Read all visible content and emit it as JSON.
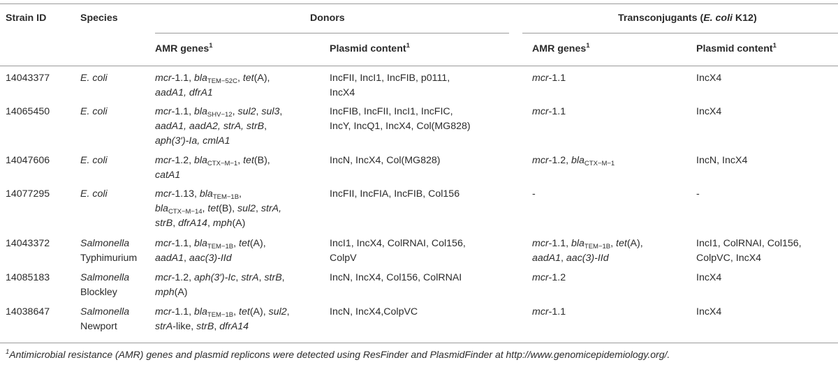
{
  "header": {
    "strain_id": "Strain ID",
    "species": "Species",
    "donors": "Donors",
    "transconjugants_pre": "Transconjugants (",
    "transconjugants_it": "E. coli",
    "transconjugants_post": " K12)",
    "amr_genes": "AMR genes",
    "plasmid_content": "Plasmid content",
    "footnote_mark": "1"
  },
  "rows": [
    {
      "id": "14043377",
      "species": [
        {
          "t": "E. coli",
          "i": true
        }
      ],
      "donor_amr": [
        [
          {
            "t": "mcr",
            "i": true
          },
          {
            "t": "-1.1, "
          },
          {
            "t": "bla",
            "i": true
          },
          {
            "t": "TEM−52C",
            "sub": true
          },
          {
            "t": ", "
          },
          {
            "t": "tet",
            "i": true
          },
          {
            "t": "(A),"
          }
        ],
        [
          {
            "t": "aadA1, dfrA1",
            "i": true
          }
        ]
      ],
      "donor_plasmid": [
        "IncFII, IncI1, IncFIB, p0111,",
        "IncX4"
      ],
      "trans_amr": [
        [
          {
            "t": "mcr",
            "i": true
          },
          {
            "t": "-1.1"
          }
        ]
      ],
      "trans_plasmid": [
        "IncX4"
      ]
    },
    {
      "id": "14065450",
      "species": [
        {
          "t": "E. coli",
          "i": true
        }
      ],
      "donor_amr": [
        [
          {
            "t": "mcr",
            "i": true
          },
          {
            "t": "-1.1, "
          },
          {
            "t": "bla",
            "i": true
          },
          {
            "t": "SHV−12",
            "sub": true
          },
          {
            "t": ", "
          },
          {
            "t": "sul2",
            "i": true
          },
          {
            "t": ", "
          },
          {
            "t": "sul3",
            "i": true
          },
          {
            "t": ","
          }
        ],
        [
          {
            "t": "aadA1, aadA2, strA, strB",
            "i": true
          },
          {
            "t": ","
          }
        ],
        [
          {
            "t": "aph(3′)-Ia, cmlA1",
            "i": true
          }
        ]
      ],
      "donor_plasmid": [
        "IncFIB, IncFII, IncI1, IncFIC,",
        "IncY, IncQ1, IncX4, Col(MG828)"
      ],
      "trans_amr": [
        [
          {
            "t": "mcr",
            "i": true
          },
          {
            "t": "-1.1"
          }
        ]
      ],
      "trans_plasmid": [
        "IncX4"
      ]
    },
    {
      "id": "14047606",
      "species": [
        {
          "t": "E. coli",
          "i": true
        }
      ],
      "donor_amr": [
        [
          {
            "t": "mcr",
            "i": true
          },
          {
            "t": "-1.2, "
          },
          {
            "t": "bla",
            "i": true
          },
          {
            "t": "CTX−M−1",
            "sub": true
          },
          {
            "t": ", "
          },
          {
            "t": "tet",
            "i": true
          },
          {
            "t": "(B),"
          }
        ],
        [
          {
            "t": "catA1",
            "i": true
          }
        ]
      ],
      "donor_plasmid": [
        "IncN, IncX4, Col(MG828)"
      ],
      "trans_amr": [
        [
          {
            "t": "mcr",
            "i": true
          },
          {
            "t": "-1.2, "
          },
          {
            "t": "bla",
            "i": true
          },
          {
            "t": "CTX−M−1",
            "sub": true
          }
        ]
      ],
      "trans_plasmid": [
        "IncN, IncX4"
      ]
    },
    {
      "id": "14077295",
      "species": [
        {
          "t": "E. coli",
          "i": true
        }
      ],
      "donor_amr": [
        [
          {
            "t": "mcr",
            "i": true
          },
          {
            "t": "-1.13, "
          },
          {
            "t": "bla",
            "i": true
          },
          {
            "t": "TEM−1B",
            "sub": true
          },
          {
            "t": ","
          }
        ],
        [
          {
            "t": "bla",
            "i": true
          },
          {
            "t": "CTX−M−14",
            "sub": true
          },
          {
            "t": ", "
          },
          {
            "t": "tet",
            "i": true
          },
          {
            "t": "(B), "
          },
          {
            "t": "sul2",
            "i": true
          },
          {
            "t": ", "
          },
          {
            "t": "strA,",
            "i": true
          }
        ],
        [
          {
            "t": "strB",
            "i": true
          },
          {
            "t": ", "
          },
          {
            "t": "dfrA14",
            "i": true
          },
          {
            "t": ", "
          },
          {
            "t": "mph",
            "i": true
          },
          {
            "t": "(A)"
          }
        ]
      ],
      "donor_plasmid": [
        "IncFII, IncFIA, IncFIB, Col156"
      ],
      "trans_amr": [
        [
          {
            "t": "-"
          }
        ]
      ],
      "trans_plasmid": [
        "-"
      ]
    },
    {
      "id": "14043372",
      "species": [
        {
          "t": "Salmonella",
          "i": true
        },
        {
          "t": "Typhimurium"
        }
      ],
      "donor_amr": [
        [
          {
            "t": "mcr",
            "i": true
          },
          {
            "t": "-1.1, "
          },
          {
            "t": "bla",
            "i": true
          },
          {
            "t": "TEM−1B",
            "sub": true
          },
          {
            "t": ", "
          },
          {
            "t": "tet",
            "i": true
          },
          {
            "t": "(A),"
          }
        ],
        [
          {
            "t": "aadA1",
            "i": true
          },
          {
            "t": ", "
          },
          {
            "t": "aac(3)-IId",
            "i": true
          }
        ]
      ],
      "donor_plasmid": [
        "IncI1, IncX4, ColRNAI, Col156,",
        "ColpV"
      ],
      "trans_amr": [
        [
          {
            "t": "mcr",
            "i": true
          },
          {
            "t": "-1.1, "
          },
          {
            "t": "bla",
            "i": true
          },
          {
            "t": "TEM−1B",
            "sub": true
          },
          {
            "t": ", "
          },
          {
            "t": "tet",
            "i": true
          },
          {
            "t": "(A),"
          }
        ],
        [
          {
            "t": "aadA1",
            "i": true
          },
          {
            "t": ", "
          },
          {
            "t": "aac(3)-IId",
            "i": true
          }
        ]
      ],
      "trans_plasmid": [
        "IncI1, ColRNAI, Col156,",
        "ColpVC, IncX4"
      ]
    },
    {
      "id": "14085183",
      "species": [
        {
          "t": "Salmonella",
          "i": true
        },
        {
          "t": "Blockley"
        }
      ],
      "donor_amr": [
        [
          {
            "t": "mcr",
            "i": true
          },
          {
            "t": "-1.2, "
          },
          {
            "t": "aph(3′)-Ic",
            "i": true
          },
          {
            "t": ", "
          },
          {
            "t": "strA",
            "i": true
          },
          {
            "t": ", "
          },
          {
            "t": "strB",
            "i": true
          },
          {
            "t": ","
          }
        ],
        [
          {
            "t": "mph",
            "i": true
          },
          {
            "t": "(A)"
          }
        ]
      ],
      "donor_plasmid": [
        "IncN, IncX4, Col156, ColRNAI"
      ],
      "trans_amr": [
        [
          {
            "t": "mcr",
            "i": true
          },
          {
            "t": "-1.2"
          }
        ]
      ],
      "trans_plasmid": [
        "IncX4"
      ]
    },
    {
      "id": "14038647",
      "species": [
        {
          "t": "Salmonella",
          "i": true
        },
        {
          "t": "Newport"
        }
      ],
      "donor_amr": [
        [
          {
            "t": "mcr",
            "i": true
          },
          {
            "t": "-1.1, "
          },
          {
            "t": "bla",
            "i": true
          },
          {
            "t": "TEM−1B",
            "sub": true
          },
          {
            "t": ", "
          },
          {
            "t": "tet",
            "i": true
          },
          {
            "t": "(A), "
          },
          {
            "t": "sul2",
            "i": true
          },
          {
            "t": ","
          }
        ],
        [
          {
            "t": "strA",
            "i": true
          },
          {
            "t": "-like, "
          },
          {
            "t": "strB",
            "i": true
          },
          {
            "t": ", "
          },
          {
            "t": "dfrA14",
            "i": true
          }
        ]
      ],
      "donor_plasmid": [
        "IncN, IncX4,ColpVC"
      ],
      "trans_amr": [
        [
          {
            "t": "mcr",
            "i": true
          },
          {
            "t": "-1.1"
          }
        ]
      ],
      "trans_plasmid": [
        "IncX4"
      ]
    }
  ],
  "footnote": {
    "mark": "1",
    "text": "Antimicrobial resistance (AMR) genes and plasmid replicons were detected using ResFinder and PlasmidFinder at http://www.genomicepidemiology.org/."
  }
}
